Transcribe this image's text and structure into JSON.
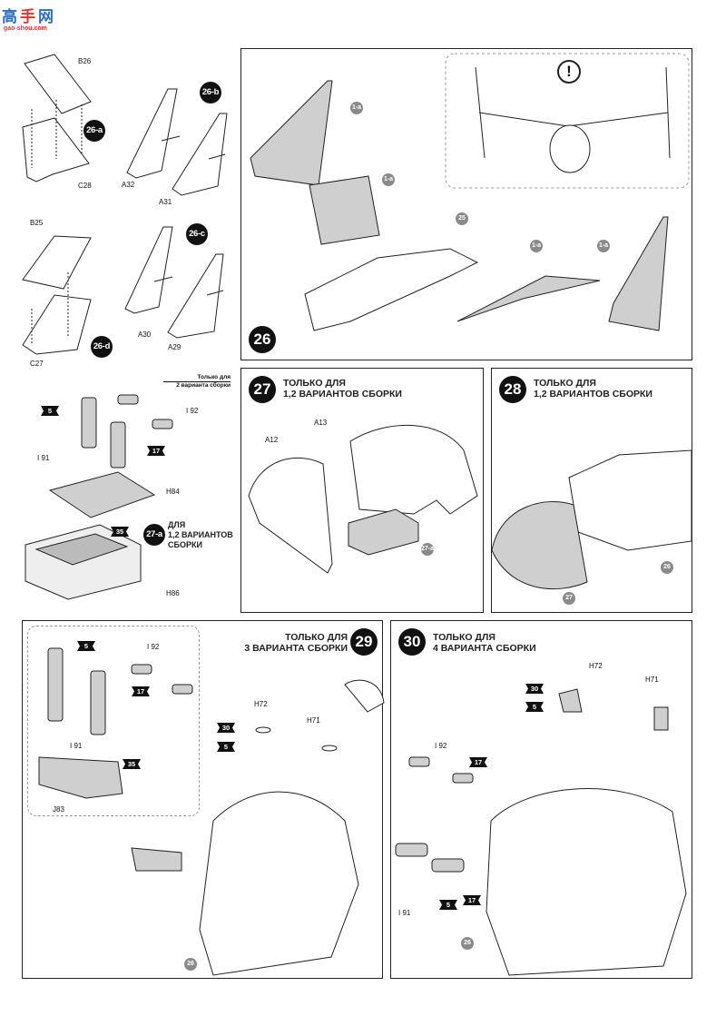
{
  "logo": {
    "char1": "高",
    "char2": "手",
    "char3": "网",
    "url": "gao-shou.com"
  },
  "left_top": {
    "labels": {
      "B26": "B26",
      "C28": "C28",
      "A32": "A32",
      "A31": "A31",
      "B25": "B25",
      "C27": "C27",
      "A30": "A30",
      "A29": "A29"
    },
    "substeps": {
      "a": "26-a",
      "b": "26-b",
      "c": "26-c",
      "d": "26-d"
    }
  },
  "step27a": {
    "note_line1": "Только для",
    "note_line2": "2 варианта сборки",
    "labels": {
      "I92": "I 92",
      "I91": "I 91",
      "H84": "H84",
      "H86": "H86"
    },
    "tags": {
      "t5": "5",
      "t17": "17",
      "t35": "35"
    },
    "substep": "27-a",
    "caption_line1": "ДЛЯ",
    "caption_line2": "1,2 ВАРИАНТОВ",
    "caption_line3": "СБОРКИ"
  },
  "step26": {
    "number": "26",
    "parts": {
      "p1": "1-a",
      "p2": "1-a",
      "p3": "25",
      "p4": "1-a",
      "p5": "1-a"
    },
    "warning": "!"
  },
  "step27": {
    "number": "27",
    "title_line1": "ТОЛЬКО ДЛЯ",
    "title_line2": "1,2 ВАРИАНТОВ СБОРКИ",
    "labels": {
      "A12": "A12",
      "A13": "A13"
    },
    "part": "27-a"
  },
  "step28": {
    "number": "28",
    "title_line1": "ТОЛЬКО ДЛЯ",
    "title_line2": "1,2 ВАРИАНТОВ СБОРКИ",
    "parts": {
      "p26": "26",
      "p27": "27"
    }
  },
  "step29": {
    "number": "29",
    "title_line1": "ТОЛЬКО ДЛЯ",
    "title_line2": "3 ВАРИАНТА СБОРКИ",
    "labels": {
      "I92": "I 92",
      "I91": "I 91",
      "J83": "J83",
      "H72": "H72",
      "H71": "H71"
    },
    "tags": {
      "t5a": "5",
      "t17": "17",
      "t35": "35",
      "t30": "30",
      "t5b": "5"
    },
    "part": "26"
  },
  "step30": {
    "number": "30",
    "title_line1": "ТОЛЬКО ДЛЯ",
    "title_line2": "4 ВАРИАНТА СБОРКИ",
    "labels": {
      "H72": "H72",
      "H71": "H71",
      "I92": "I 92",
      "I91": "I 91"
    },
    "tags": {
      "t30": "30",
      "t5a": "5",
      "t17a": "17",
      "t5b": "5",
      "t17b": "17"
    },
    "part": "26"
  },
  "colors": {
    "ink": "#111111",
    "part_fill": "#cfcfcf",
    "circle_part": "#8a8a8a",
    "logo_blue": "#2a6fc4",
    "logo_red": "#dd3333"
  }
}
